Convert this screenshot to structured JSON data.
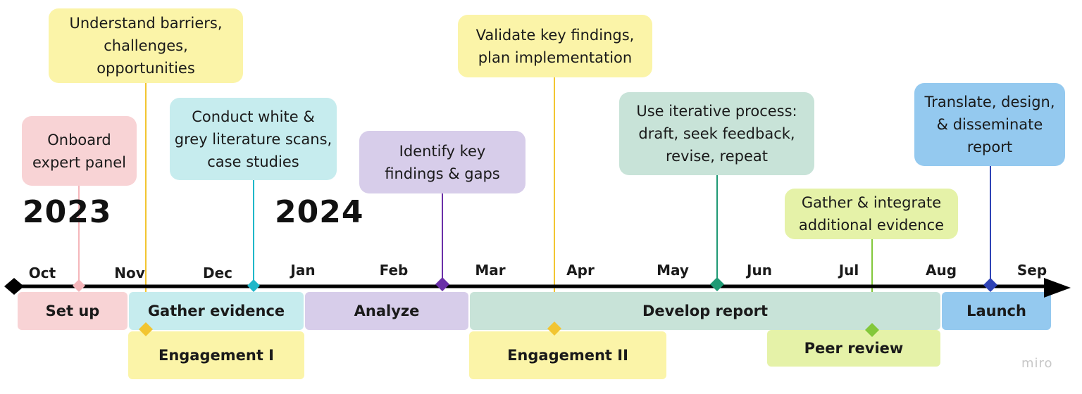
{
  "years": {
    "y2023": "2023",
    "y2024": "2024"
  },
  "months": [
    "Oct",
    "Nov",
    "Dec",
    "Jan",
    "Feb",
    "Mar",
    "Apr",
    "May",
    "Jun",
    "Jul",
    "Aug",
    "Sep"
  ],
  "phases": {
    "setup": "Set up",
    "gather": "Gather evidence",
    "analyze": "Analyze",
    "develop": "Develop report",
    "launch": "Launch",
    "engagement1": "Engagement I",
    "engagement2": "Engagement II",
    "peer": "Peer review"
  },
  "notes": {
    "onboard": "Onboard\nexpert panel",
    "barriers": "Understand barriers,\nchallenges,\nopportunities",
    "scans": "Conduct white &\ngrey literature scans,\ncase studies",
    "identify": "Identify key\nfindings & gaps",
    "validate": "Validate key findings,\nplan implementation",
    "iterative": "Use iterative process:\ndraft, seek feedback,\nrevise, repeat",
    "integrate": "Gather & integrate\nadditional evidence",
    "translate": "Translate, design,\n& disseminate\nreport"
  },
  "colors": {
    "pink": "#f8d3d5",
    "pink_line": "#f5b6bb",
    "yellow": "#fbf4a8",
    "yellow_line": "#f2c531",
    "cyan": "#c6ecee",
    "cyan_line": "#1fb7c9",
    "purple": "#d7cdea",
    "purple_line": "#6a2fa8",
    "teal": "#c8e3d8",
    "teal_line": "#1f9a74",
    "lime": "#e5f2a8",
    "lime_line": "#83c83b",
    "blue": "#94c9ef",
    "blue_line": "#2f43b6",
    "axis": "#000000"
  },
  "watermark": "miro"
}
